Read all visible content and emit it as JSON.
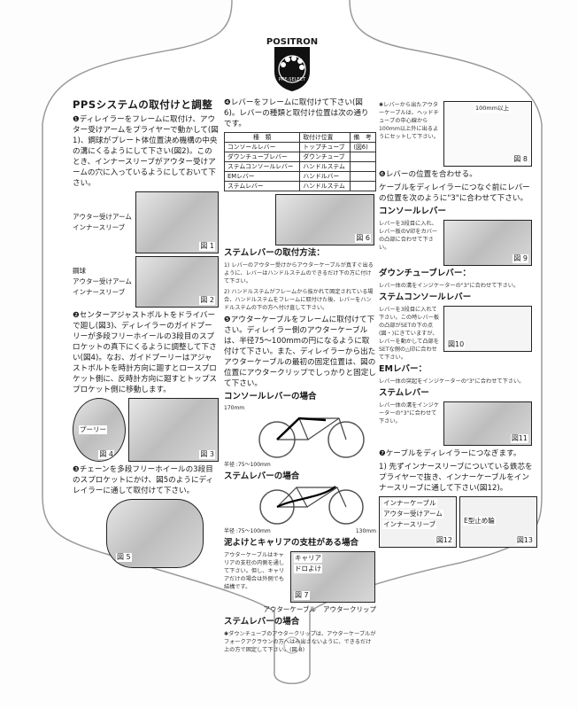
{
  "logo": {
    "brand": "POSITRON",
    "badge": "PRE-SELECT"
  },
  "col1": {
    "title": "PPSシステムの取付けと調整",
    "step1": "❶ディレイラーをフレームに取付け、アウター受けアームをプライヤーで動かして(図1)、鋼球がプレート体位置決め機構の中央の溝にくるようにして下さい(図2)。このとき、インナースリーブがアウター受けアームの穴に入っているようにしておいて下さい。",
    "fig1": {
      "label": "図 1",
      "callouts": [
        "アウター受けアーム",
        "インナースリーブ"
      ]
    },
    "fig2": {
      "label": "図 2",
      "callouts": [
        "鋼球",
        "アウター受けアーム",
        "インナースリーブ"
      ]
    },
    "step2": "❷センターアジャストボルトをドライバーで廻し(図3)、ディレイラーのガイドプーリーが多段フリーホイールの3段目のスプロケットの真下にくるように調整して下さい(図4)。なお、ガイドプーリーはアジャストボルトを時計方向に廻すとロースプロケット側に、反時計方向に廻すとトップスプロケット側に移動します。",
    "fig3": {
      "label": "図 3"
    },
    "fig4": {
      "label": "図 4",
      "callouts": [
        "プーリー"
      ]
    },
    "step3": "❸チェーンを多段フリーホイールの3段目のスプロケットにかけ、図5のようにディレイラーに通して取付けて下さい。",
    "fig5": {
      "label": "図 5"
    }
  },
  "col2": {
    "step4": "❹レバーをフレームに取付けて下さい(図6)。レバーの種類と取付け位置は次の通りです。",
    "table": {
      "headers": [
        "種　類",
        "取付け位置",
        "備　考"
      ],
      "rows": [
        [
          "コンソールレバー",
          "トップチューブ",
          "(図6)"
        ],
        [
          "ダウンチューブレバー",
          "ダウンチューブ",
          ""
        ],
        [
          "ステムコンソールレバー",
          "ハンドルステム",
          ""
        ],
        [
          "EMレバー",
          "ハンドルバー",
          ""
        ],
        [
          "ステムレバー",
          "ハンドルステム",
          ""
        ]
      ]
    },
    "fig6": {
      "label": "図 6"
    },
    "stem_title": "ステムレバーの取付方法：",
    "stem_notes": [
      "1) レバーのアウター受けからアウターケーブルが真すぐ出るように、レバーはハンドルステムのできるだけ下の方に付けて下さい。",
      "2) ハンドルステムがフレームから抜かれて固定されている場合、ハンドルステムをフレームに取付けた後、レバーをハンドルステムの下の方へ付け直して下さい。"
    ],
    "step5": "❺アウターケーブルをフレームに取付けて下さい。ディレイラー側のアウターケーブルは、半径75〜100mmの円になるように取付けて下さい。また、ディレイラーから出たアウターケーブルの最初の固定位置は、図の位置にアウタークリップでしっかりと固定して下さい。",
    "console_case": "コンソールレバーの場合",
    "dim_170": "170mm",
    "radius1": "半径 :75〜100mm",
    "stem_case": "ステムレバーの場合",
    "radius2": "半径 :75〜100mm",
    "dim_130": "130mm",
    "fender_case": "泥よけとキャリアの支柱がある場合",
    "fender_text": "アウターケーブルはキャリアの支柱の内側を通して下さい。但し、キャリアだけの場合は外側でも結構です。",
    "fig7": {
      "label": "図 7",
      "callouts": [
        "キャリア",
        "ドロよけ",
        "アウターケーブル",
        "アウタークリップ"
      ]
    },
    "stem_case2": "ステムレバーの場合",
    "stem_note2": "✱ダウンチューブのアウタークリップは、アウターケーブルがフォークアクラウンの方へはみ出さないように、できるだけ上の方で固定して下さい。(図 8)"
  },
  "col3": {
    "note8": "✱レバーから出たアウターケーブルは、ヘッドチューブの中心線から100mm以上外に出るようにセットして下さい。",
    "fig8": {
      "label": "図 8",
      "callout": "100mm以上"
    },
    "step6": "❻レバーの位置を合わせる。",
    "step6_text": "ケーブルをディレイラーにつなぐ前にレバーの位置を次のように\"3\"に合わせて下さい。",
    "console": {
      "title": "コンソールレバー",
      "text": "レバーを3段目に入れ、レバー板のV印をカバーの凸部に合わせて下さい。"
    },
    "fig9": {
      "label": "図 9"
    },
    "down": {
      "title": "ダウンチューブレバー：",
      "text": "レバー体の溝をインジケーターの\"3\"に合わせて下さい。"
    },
    "stemconsole": {
      "title": "ステムコンソールレバー",
      "text": "レバーを3段目に入れて下さい。この時レバー板の凸部がSETの下の点(図・)にきていますが、レバーを動かして凸部をSETな側の△印に合わせて下さい。"
    },
    "fig10": {
      "label": "図10"
    },
    "em": {
      "title": "EMレバー：",
      "text": "レバー体の突起をインジケーターの\"3\"に合わせて下さい。"
    },
    "stem": {
      "title": "ステムレバー",
      "text": "レバー体の溝をインジケーターの\"3\"に合わせて下さい。"
    },
    "fig11": {
      "label": "図11"
    },
    "step7": "❼ケーブルをディレイラーにつなぎます。",
    "step7_1": "1) 先ずインナースリーブについている鉄芯をプライヤーで抜き、インナーケーブルをインナースリーブに通して下さい(図12)。",
    "fig12": {
      "label": "図12",
      "callouts": [
        "インナーケーブル",
        "アウター受けアーム",
        "インナースリーブ"
      ]
    },
    "fig13": {
      "label": "図13",
      "callout": "E型止め輪"
    }
  }
}
